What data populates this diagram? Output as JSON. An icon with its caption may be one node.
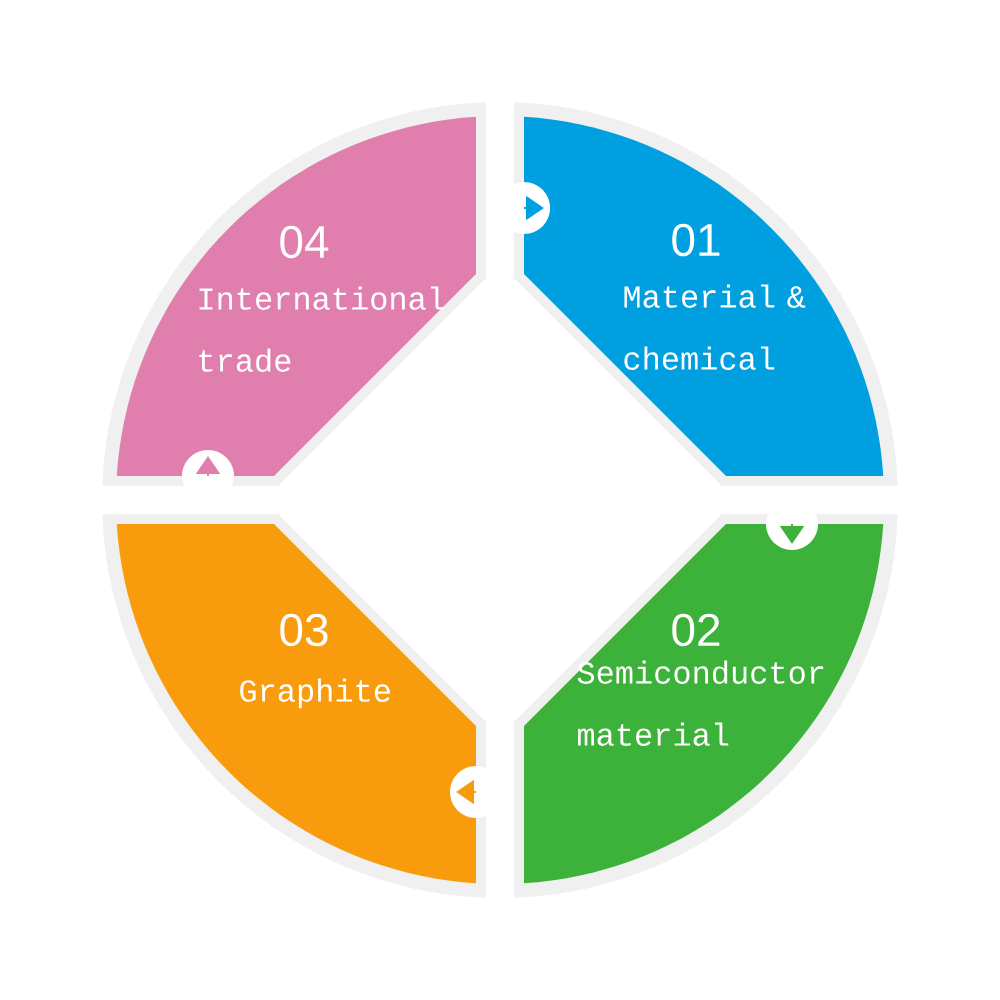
{
  "diagram": {
    "nodes": [
      {
        "text": [
          "01",
          "Material & chemical"
        ]
      },
      {
        "text": [
          "02",
          "Semiconductor material"
        ]
      },
      {
        "text": [
          "03",
          "Graphite"
        ]
      },
      {
        "text": [
          "04",
          "International trade"
        ]
      }
    ],
    "edges": [
      {
        "from": 3,
        "to": 0,
        "arrow": "to",
        "color": "#009fdf"
      },
      {
        "from": 0,
        "to": 1,
        "arrow": "to",
        "color": "#3db23b"
      },
      {
        "from": 1,
        "to": 2,
        "arrow": "to",
        "color": "#f89c0e"
      },
      {
        "from": 2,
        "to": 3,
        "arrow": "to",
        "color": "#e07fad"
      }
    ]
  }
}
